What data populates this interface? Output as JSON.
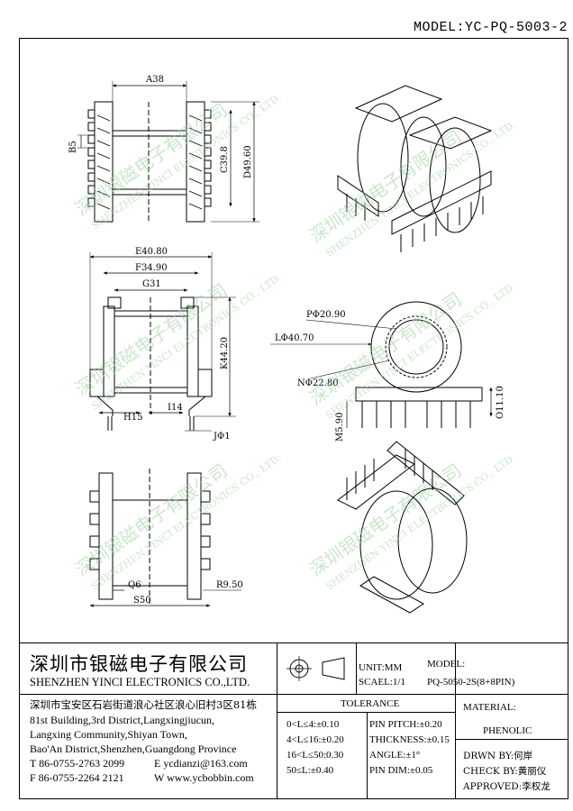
{
  "header": {
    "model_code": "MODEL:YC-PQ-5003-2"
  },
  "dimensions": {
    "a38": "A38",
    "b5": "B5",
    "c39_8": "C39.8",
    "d49_60": "D49.60",
    "e40_80": "E40.80",
    "f34_90": "F34.90",
    "g31": "G31",
    "k44_20": "K44.20",
    "h15": "H15",
    "i14": "I14",
    "j1": "JΦ1",
    "q6": "Q6",
    "s50": "S50",
    "r9_50": "R9.50",
    "p20_90": "PΦ20.90",
    "l40_70": "LΦ40.70",
    "n22_80": "NΦ22.80",
    "m5_90": "M5.90",
    "o11_10": "O11.10"
  },
  "watermark": {
    "cn": "深圳银磁电子有限公司",
    "en": "SHENZHEN YINCI ELECTRONICS CO., LTD."
  },
  "title_block": {
    "company_cn": "深圳市银磁电子有限公司",
    "company_en": "SHENZHEN YINCI ELECTRONICS CO.,LTD.",
    "address_cn": "深圳市宝安区石岩街道浪心社区浪心旧村3区81栋",
    "address_en": [
      "81st Building,3rd District,Langxingjiucun,",
      "Langxing Community,Shiyan Town,",
      "Bao'An District,Shenzhen,Guangdong Province"
    ],
    "tel": "T 86-0755-2763 2099",
    "email": "E ycdianzi@163.com",
    "fax": "F 86-0755-2264 2121",
    "web": "W www.ycbobbin.com",
    "unit": "UNIT:MM",
    "scale": "SCAEL:1/1",
    "model_label": "MODEL:",
    "model_value": "PQ-5050-2S(8+8PIN)",
    "tolerance_title": "TOLERANCE",
    "tolerances": [
      "0<L≤4:±0.10",
      "4<L≤16:±0.20",
      "16<L≤50:0.30",
      "50≤L:±0.40"
    ],
    "pin_specs": [
      "PIN PITCH:±0.20",
      "THICKNESS:±0.15",
      "ANGLE:±1°",
      "PIN DIM:±0.05"
    ],
    "material_label": "MATERIAL:",
    "material_value": "PHENOLIC",
    "drawn_by": "DRWN BY:何岸",
    "check_by": "CHECK BY:黄丽仪",
    "approved": "APPROVED:李权龙"
  }
}
